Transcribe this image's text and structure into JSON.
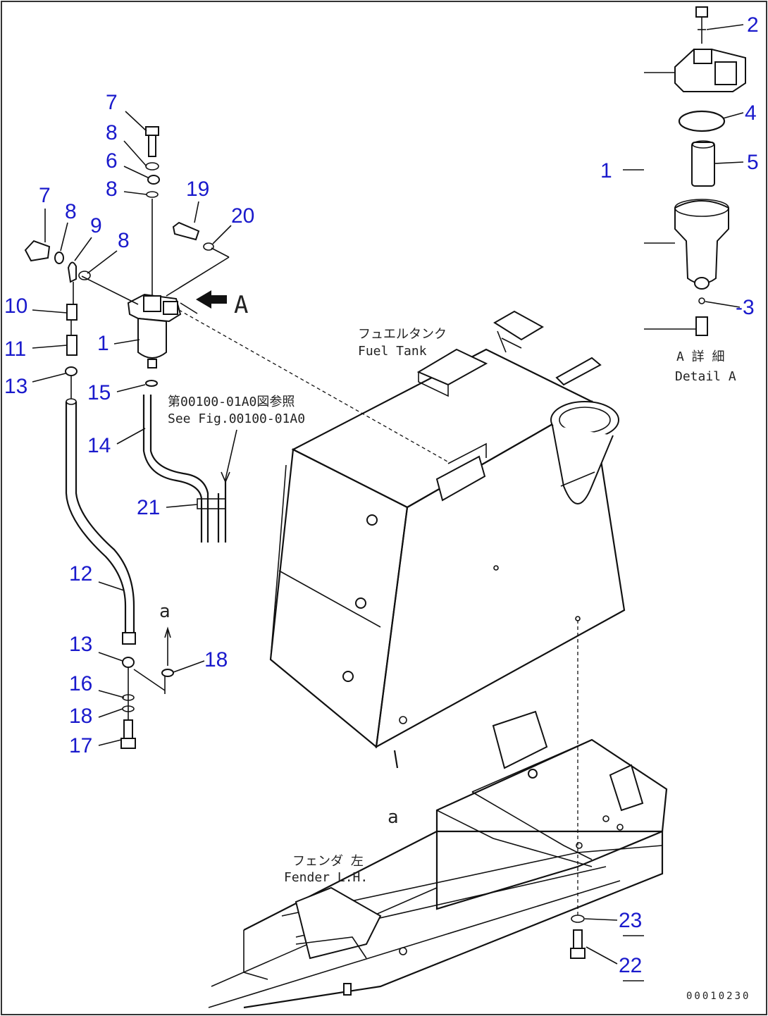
{
  "callouts": {
    "c1": "1",
    "c1b": "1",
    "c2": "2",
    "c3": "-3",
    "c4": "4",
    "c5": "5",
    "c6": "6",
    "c7a": "7",
    "c7b": "7",
    "c8a": "8",
    "c8b": "8",
    "c8c": "8",
    "c8d": "8",
    "c9": "9",
    "c10": "10",
    "c11": "11",
    "c12": "12",
    "c13a": "13",
    "c13b": "13",
    "c14": "14",
    "c15": "15",
    "c16": "16",
    "c17": "17",
    "c18a": "18",
    "c18b": "18",
    "c19": "19",
    "c20": "20",
    "c21": "21",
    "c22": "22",
    "c23": "23"
  },
  "labels": {
    "view_letter": "A",
    "fuel_tank_jp": "フュエルタンク",
    "fuel_tank_en": "Fuel Tank",
    "detail_jp": "A 詳 細",
    "detail_en": "Detail A",
    "see_fig_jp": "第00100-01A0図参照",
    "see_fig_en": "See Fig.00100-01A0",
    "ref_a_upper": "a",
    "ref_a_lower": "a",
    "fender_jp": "フェンダ 左",
    "fender_en": "Fender L.H.",
    "drawing_number": "00010230"
  },
  "colors": {
    "callout": "#1a1acc",
    "line": "#111111"
  }
}
